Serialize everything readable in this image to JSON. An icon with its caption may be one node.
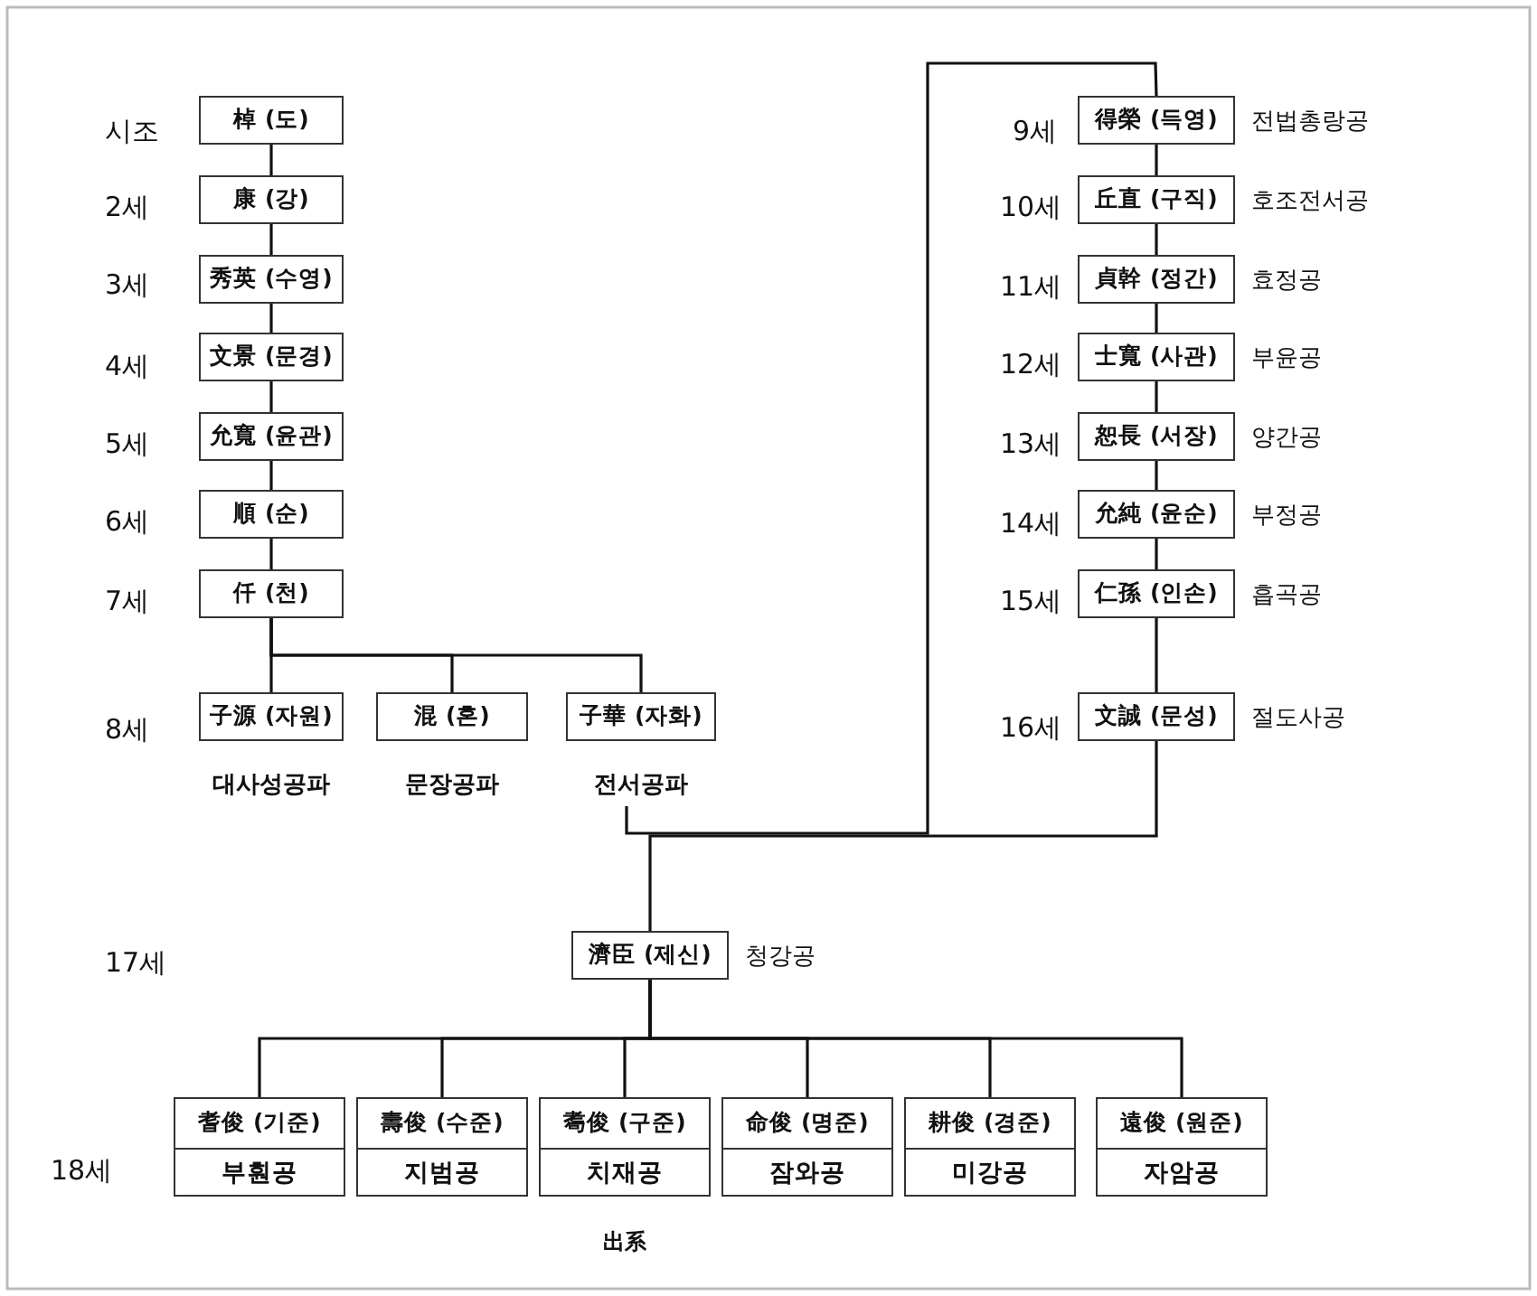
{
  "diagram": {
    "nodes": [
      {
        "text": [
          "棹 (도)"
        ]
      },
      {
        "text": [
          "康 (강)"
        ]
      },
      {
        "text": [
          "秀英 (수영)"
        ]
      },
      {
        "text": [
          "文景 (문경)"
        ]
      },
      {
        "text": [
          "允寬 (윤관)"
        ]
      },
      {
        "text": [
          "順 (순)"
        ]
      },
      {
        "text": [
          "仟 (천)"
        ]
      },
      {
        "text": [
          "子源 (자원)"
        ],
        "beside": [
          "대사성공파"
        ]
      },
      {
        "text": [
          "混 (혼)"
        ],
        "beside": [
          "문장공파"
        ]
      },
      {
        "text": [
          "子華 (자화)"
        ],
        "beside": [
          "전서공파"
        ]
      },
      {
        "text": [
          "得榮 (득영)"
        ],
        "beside": [
          "전법총랑공"
        ]
      },
      {
        "text": [
          "丘直 (구직)"
        ],
        "beside": [
          "호조전서공"
        ]
      },
      {
        "text": [
          "貞幹 (정간)"
        ],
        "beside": [
          "효정공"
        ]
      },
      {
        "text": [
          "士寬 (사관)"
        ],
        "beside": [
          "부윤공"
        ]
      },
      {
        "text": [
          "恕長 (서장)"
        ],
        "beside": [
          "양간공"
        ]
      },
      {
        "text": [
          "允純 (윤순)"
        ],
        "beside": [
          "부정공"
        ]
      },
      {
        "text": [
          "仁孫 (인손)"
        ],
        "beside": [
          "흡곡공"
        ]
      },
      {
        "text": [
          "文誠 (문성)"
        ],
        "beside": [
          "절도사공"
        ]
      },
      {
        "text": [
          "濟臣 (제신)"
        ],
        "beside": [
          "청강공"
        ]
      },
      {
        "text": [
          "耆俊 (기준)",
          "부훤공"
        ]
      },
      {
        "text": [
          "壽俊 (수준)",
          "지범공"
        ]
      },
      {
        "text": [
          "耈俊 (구준)",
          "치재공"
        ],
        "beside": [
          "出系"
        ]
      },
      {
        "text": [
          "命俊 (명준)",
          "잠와공"
        ]
      },
      {
        "text": [
          "耕俊 (경준)",
          "미강공"
        ]
      },
      {
        "text": [
          "遠俊 (원준)",
          "자암공"
        ]
      }
    ],
    "edges": [
      {
        "from": 0,
        "to": 1,
        "arrow": "none"
      },
      {
        "from": 1,
        "to": 2,
        "arrow": "none"
      },
      {
        "from": 2,
        "to": 3,
        "arrow": "none"
      },
      {
        "from": 3,
        "to": 4,
        "arrow": "none"
      },
      {
        "from": 4,
        "to": 5,
        "arrow": "none"
      },
      {
        "from": 5,
        "to": 6,
        "arrow": "none"
      },
      {
        "from": 6,
        "to": 7,
        "arrow": "none"
      },
      {
        "from": 6,
        "to": 8,
        "arrow": "none"
      },
      {
        "from": 6,
        "to": 9,
        "arrow": "none"
      },
      {
        "from": 9,
        "to": 10,
        "arrow": "none"
      },
      {
        "from": 10,
        "to": 11,
        "arrow": "none"
      },
      {
        "from": 11,
        "to": 12,
        "arrow": "none"
      },
      {
        "from": 12,
        "to": 13,
        "arrow": "none"
      },
      {
        "from": 13,
        "to": 14,
        "arrow": "none"
      },
      {
        "from": 14,
        "to": 15,
        "arrow": "none"
      },
      {
        "from": 15,
        "to": 16,
        "arrow": "none"
      },
      {
        "from": 16,
        "to": 17,
        "arrow": "none"
      },
      {
        "from": 17,
        "to": 18,
        "arrow": "none"
      },
      {
        "from": 18,
        "to": 19,
        "arrow": "none"
      },
      {
        "from": 18,
        "to": 20,
        "arrow": "none"
      },
      {
        "from": 18,
        "to": 21,
        "arrow": "none"
      },
      {
        "from": 18,
        "to": 22,
        "arrow": "none"
      },
      {
        "from": 18,
        "to": 23,
        "arrow": "none"
      },
      {
        "from": 18,
        "to": 24,
        "arrow": "none"
      }
    ],
    "labels": [
      "시조",
      "2세",
      "3세",
      "4세",
      "5세",
      "6세",
      "7세",
      "8세",
      "9세",
      "10세",
      "11세",
      "12세",
      "13세",
      "14세",
      "15세",
      "16세",
      "17세",
      "18세"
    ]
  }
}
